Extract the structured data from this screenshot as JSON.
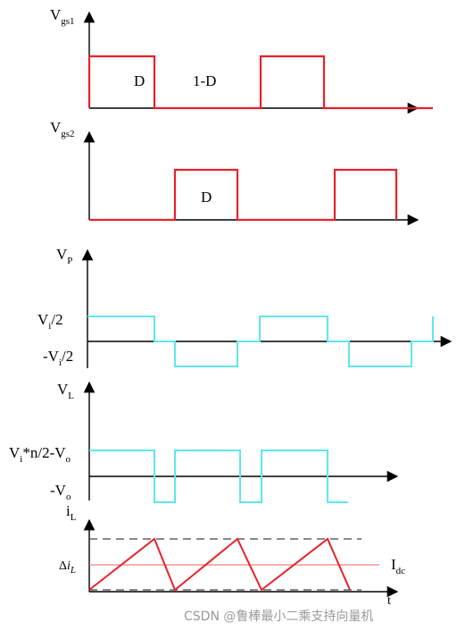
{
  "colors": {
    "gate": "#e8222a",
    "voltage": "#5fe6ee",
    "current": "#e8222a",
    "avg_line": "#f08080",
    "axis": "#000000",
    "bound": "#444444"
  },
  "panels": {
    "vgs1": {
      "label_main": "V",
      "label_sub": "gs1",
      "duty_label": "D",
      "off_label": "1-D"
    },
    "vgs2": {
      "label_main": "V",
      "label_sub": "gs2",
      "duty_label": "D"
    },
    "vp": {
      "label_main": "V",
      "label_sub": "P",
      "pos_main": "V",
      "pos_sub": "i",
      "pos_tail": "/2",
      "neg_main": "-V",
      "neg_sub": "i",
      "neg_tail": "/2"
    },
    "vl": {
      "label_main": "V",
      "label_sub": "L",
      "pos_main": "V",
      "pos_sub": "i",
      "pos_mid": "*n/2-V",
      "pos_sub2": "o",
      "neg_main": "-V",
      "neg_sub": "o"
    },
    "il": {
      "label_main": "i",
      "label_sub": "L",
      "ripple_delta": "Δ",
      "ripple_main": "i",
      "ripple_sub": "L",
      "avg_main": "I",
      "avg_sub": "dc",
      "time_label": "t"
    }
  },
  "watermark": "CSDN @鲁棒最小二乘支持向量机"
}
